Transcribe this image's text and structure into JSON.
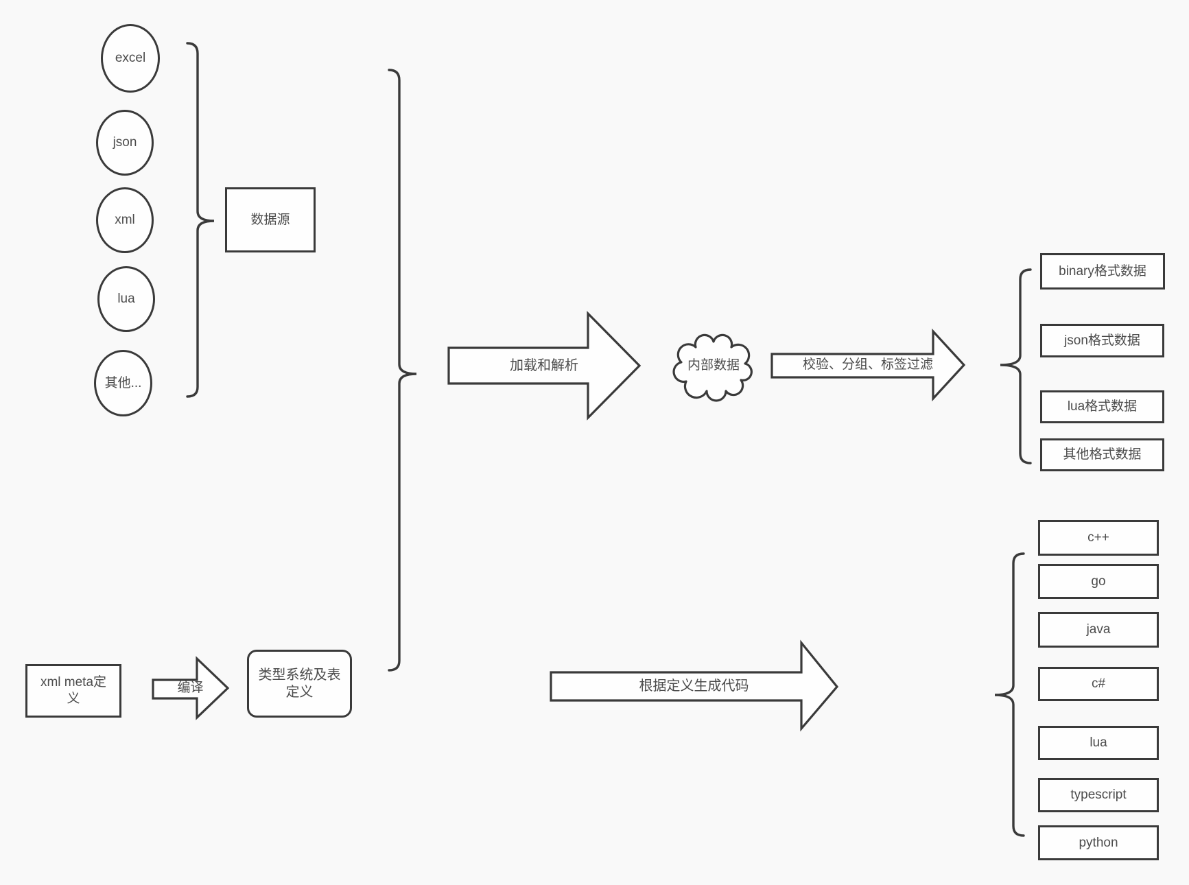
{
  "colors": {
    "background": "#f9f9f9",
    "stroke": "#3a3a3a",
    "shape_fill": "#fefefe",
    "text": "#4c4c4c"
  },
  "sources": {
    "nodes": [
      "excel",
      "json",
      "xml",
      "lua",
      "其他..."
    ],
    "group_label": "数据源"
  },
  "pipeline": {
    "load_arrow_label": "加载和解析",
    "cloud_label": "内部数据",
    "filter_arrow_label": "校验、分组、标签过滤"
  },
  "outputs": {
    "formats": [
      "binary格式数据",
      "json格式数据",
      "lua格式数据",
      "其他格式数据"
    ]
  },
  "definition": {
    "meta_box_label": "xml meta定义",
    "compile_arrow_label": "编译",
    "type_system_box_label": "类型系统及表定义",
    "codegen_arrow_label": "根据定义生成代码"
  },
  "languages": [
    "c++",
    "go",
    "java",
    "c#",
    "lua",
    "typescript",
    "python"
  ]
}
